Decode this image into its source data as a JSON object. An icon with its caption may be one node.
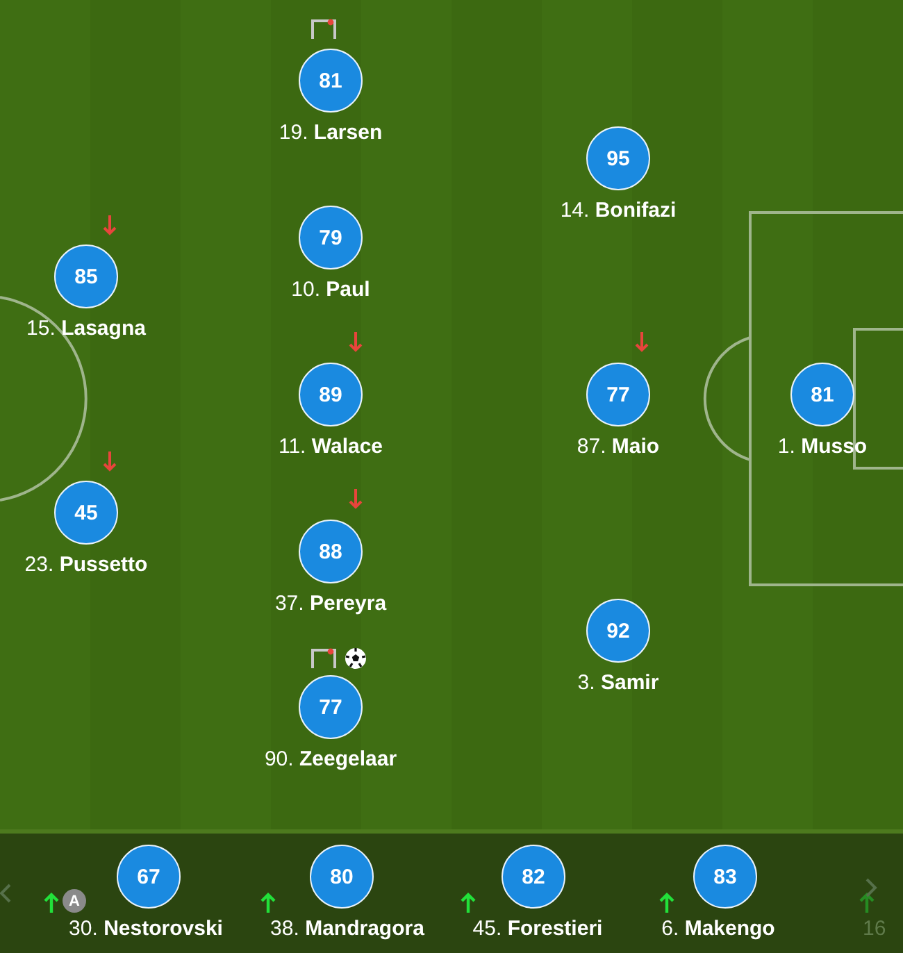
{
  "diagram": {
    "nodes": [
      {
        "text": [
          "81"
        ],
        "beside": [
          "19. **Larsen**"
        ]
      },
      {
        "text": [
          "95"
        ],
        "beside": [
          "14. **Bonifazi**"
        ]
      },
      {
        "text": [
          "85"
        ],
        "beside": [
          "15. **Lasagna**"
        ]
      },
      {
        "text": [
          "79"
        ],
        "beside": [
          "10. **Paul**"
        ]
      },
      {
        "text": [
          "89"
        ],
        "beside": [
          "11. **Walace**"
        ]
      },
      {
        "text": [
          "77"
        ],
        "beside": [
          "87. **Maio**"
        ]
      },
      {
        "text": [
          "81"
        ],
        "beside": [
          "1. **Musso**"
        ]
      },
      {
        "text": [
          "45"
        ],
        "beside": [
          "23. **Pussetto**"
        ]
      },
      {
        "text": [
          "88"
        ],
        "beside": [
          "37. **Pereyra**"
        ]
      },
      {
        "text": [
          "92"
        ],
        "beside": [
          "3. **Samir**"
        ]
      },
      {
        "text": [
          "77"
        ],
        "beside": [
          "90. **Zeegelaar**"
        ]
      },
      {
        "text": [
          "67"
        ],
        "beside": [
          "30. **Nestorovski**"
        ]
      },
      {
        "text": [
          "80"
        ],
        "beside": [
          "38. **Mandragora**"
        ]
      },
      {
        "text": [
          "82"
        ],
        "beside": [
          "45. **Forestieri**"
        ]
      },
      {
        "text": [
          "83"
        ],
        "beside": [
          "6. **Makengo**"
        ]
      }
    ],
    "edges": [],
    "labels": [
      "A",
      "16"
    ]
  }
}
